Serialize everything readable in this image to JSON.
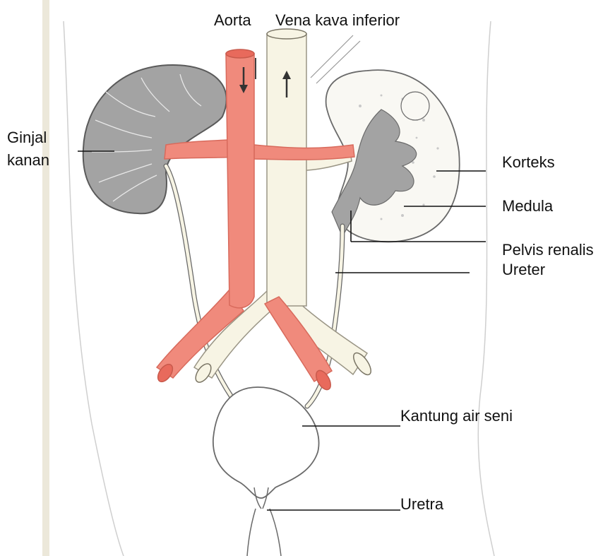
{
  "colors": {
    "artery": "#f08a7c",
    "artery_edge": "#d86a5c",
    "vein": "#f7f4e4",
    "vein_edge": "#9a9585",
    "kidney_right": "#a3a3a3",
    "kidney_left_fill": "#f9f8f3",
    "pelvis": "#a3a3a3",
    "leader_line": "#111111",
    "outline": "#666666",
    "paper_edge": "#eae6d8"
  },
  "labels": {
    "aorta": "Aorta",
    "vena_cava": "Vena kava inferior",
    "right_kidney_line1": "Ginjal",
    "right_kidney_line2": "kanan",
    "cortex": "Korteks",
    "medulla": "Medula",
    "renal_pelvis": "Pelvis renalis",
    "ureter": "Ureter",
    "bladder": "Kantung air seni",
    "urethra": "Uretra"
  },
  "icons": {
    "flow_down": "arrow-down-icon",
    "flow_up": "arrow-up-icon"
  }
}
